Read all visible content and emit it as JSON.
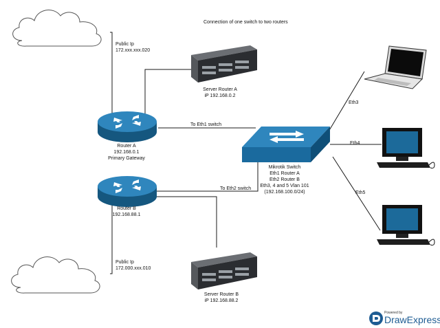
{
  "title": "Connection of one switch to two routers",
  "links": {
    "public_ip_a": [
      "Public Ip",
      "172.xxx.xxx.020"
    ],
    "public_ip_b": [
      "Public Ip",
      "172.000.xxx.010"
    ],
    "to_eth1": "To Eth1 switch",
    "to_eth2": "To Eth2 switch",
    "eth3": "Eth3",
    "eth4": "Eth4",
    "eth5": "Eth5"
  },
  "nodes": {
    "server_a": [
      "Server Router A",
      "iP 192.168.0.2"
    ],
    "server_b": [
      "Server Router B",
      "iP 192.168.88.2"
    ],
    "router_a": [
      "Router A",
      "192.168.0.1",
      "Primary Gateway"
    ],
    "router_b": [
      "Router B",
      "192.168.88.1"
    ],
    "switch": [
      "Mikrotik Switch",
      "Eth1 Router A",
      "Eth2 Router B",
      "Eth3, 4 and 5 Vlan 101",
      "(192.168.100.0/24)"
    ]
  },
  "branding": {
    "powered": "Powered by",
    "name": "DrawExpress"
  },
  "colors": {
    "device_blue": "#1a6a9e",
    "device_top": "#2f86bd",
    "line": "#1a1a1a",
    "brand": "#1e5c93"
  },
  "icons": [
    "cloud-icon",
    "server-icon",
    "router-icon",
    "switch-icon",
    "laptop-icon",
    "desktop-icon"
  ]
}
